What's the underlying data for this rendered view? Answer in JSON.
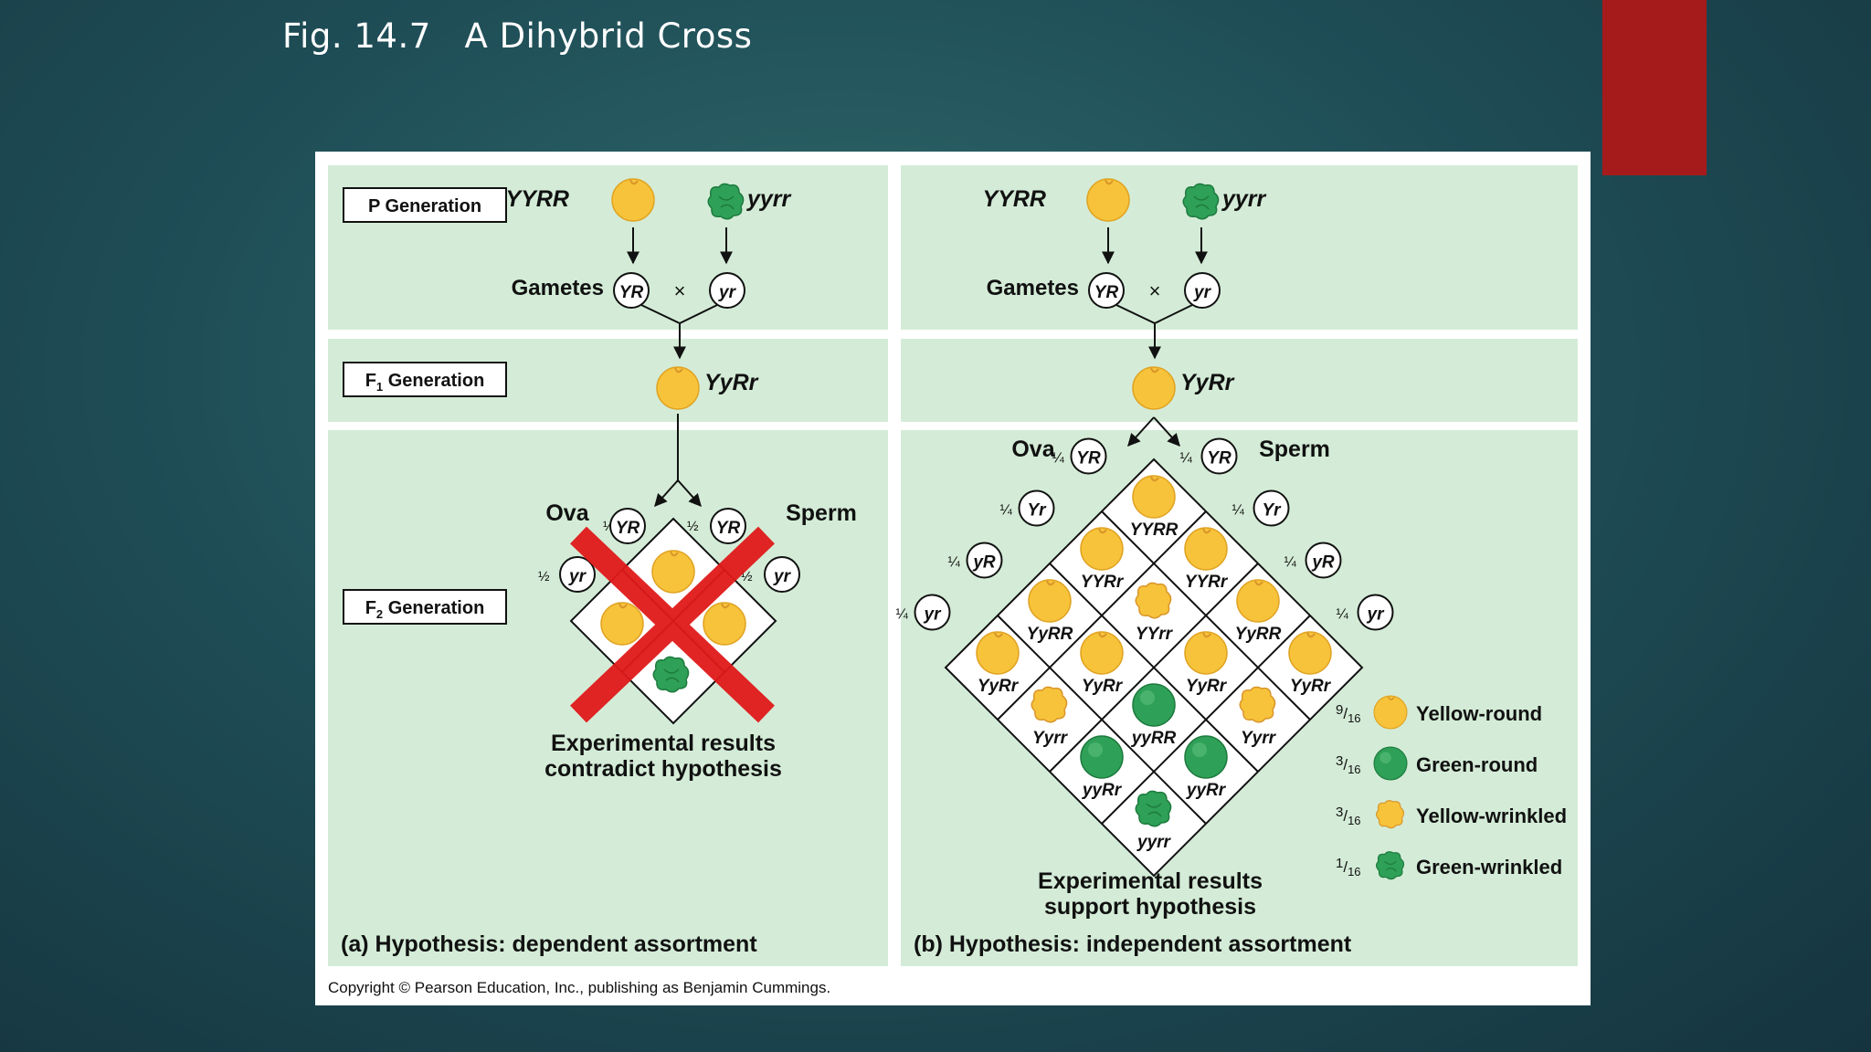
{
  "slide": {
    "title": "Fig. 14.7   A Dihybrid Cross"
  },
  "labels": {
    "p_gen": "P Generation",
    "f1_gen_prefix": "F",
    "f1_gen_sub": "1",
    "f1_gen_suffix": " Generation",
    "f2_gen_prefix": "F",
    "f2_gen_sub": "2",
    "f2_gen_suffix": " Generation",
    "gametes": "Gametes",
    "cross": "×",
    "ova": "Ova",
    "sperm": "Sperm",
    "parent1": "YYRR",
    "parent2": "yyrr",
    "f1": "YyRr"
  },
  "panel_a": {
    "title_prefix": "(a)",
    "title": "Hypothesis: dependent assortment",
    "result_line1": "Experimental results",
    "result_line2": "contradict hypothesis",
    "gametes": [
      {
        "frac": "½",
        "allele": "YR"
      },
      {
        "frac": "½",
        "allele": "yr"
      }
    ]
  },
  "panel_b": {
    "title_prefix": "(b)",
    "title": "Hypothesis: independent assortment",
    "result_line1": "Experimental results",
    "result_line2": "support hypothesis",
    "gametes": [
      {
        "frac": "¼",
        "allele": "YR"
      },
      {
        "frac": "¼",
        "allele": "Yr"
      },
      {
        "frac": "¼",
        "allele": "yR"
      },
      {
        "frac": "¼",
        "allele": "yr"
      }
    ],
    "punnett": [
      [
        "YYRR",
        "YYRr",
        "YyRR",
        "YyRr"
      ],
      [
        "YYRr",
        "YYrr",
        "YyRr",
        "Yyrr"
      ],
      [
        "YyRR",
        "YyRr",
        "yyRR",
        "yyRr"
      ],
      [
        "YyRr",
        "Yyrr",
        "yyRr",
        "yyrr"
      ]
    ],
    "legend": [
      {
        "num": "9",
        "den": "16",
        "label": "Yellow-round",
        "pea": "yellow-round"
      },
      {
        "num": "3",
        "den": "16",
        "label": "Green-round",
        "pea": "green-round"
      },
      {
        "num": "3",
        "den": "16",
        "label": "Yellow-wrinkled",
        "pea": "yellow-wrinkled"
      },
      {
        "num": "1",
        "den": "16",
        "label": "Green-wrinkled",
        "pea": "green-wrinkled"
      }
    ]
  },
  "colors": {
    "panel_bg": "#d4ecd7",
    "yellow_pea": "#f7c33a",
    "green_pea": "#2fa057",
    "red_x": "#e01a1a",
    "accent_bar": "#a51b1b"
  },
  "copyright": "Copyright © Pearson Education, Inc., publishing as Benjamin Cummings."
}
